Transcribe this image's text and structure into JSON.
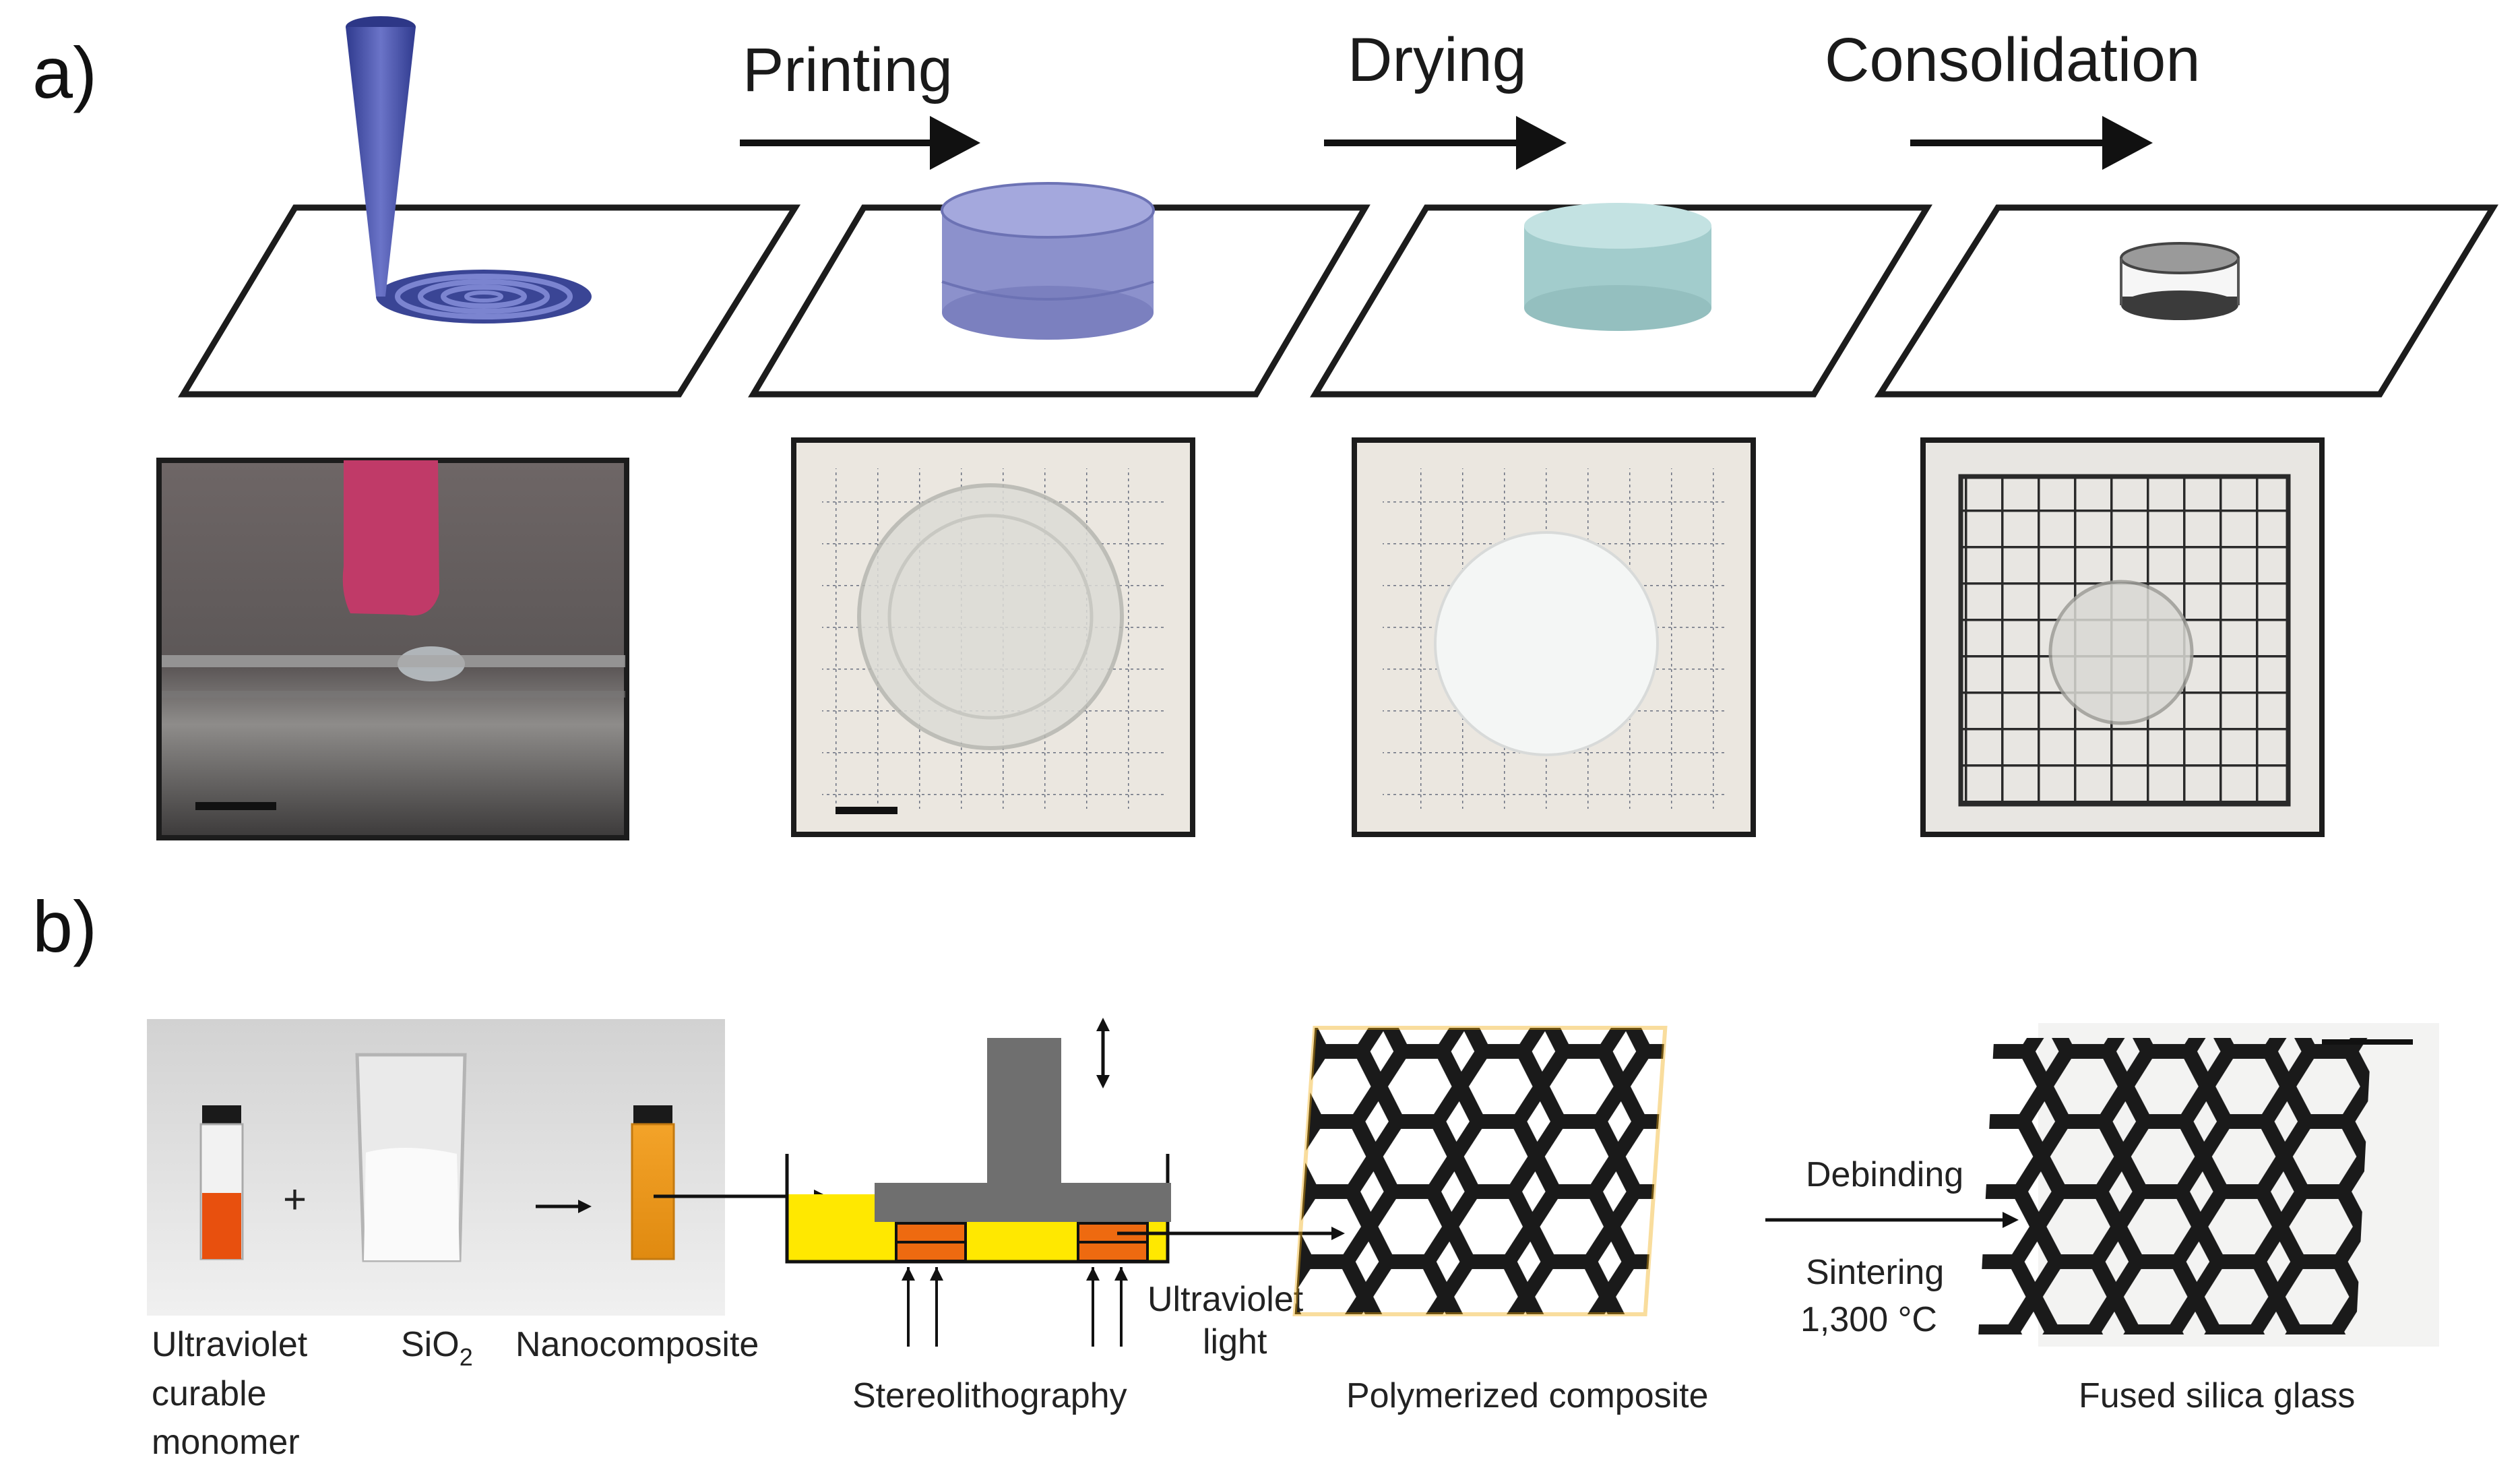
{
  "panel_a": {
    "label": "a)",
    "steps": [
      "Printing",
      "Drying",
      "Consolidation"
    ]
  },
  "panel_b": {
    "label": "b)",
    "materials": {
      "monomer": [
        "Ultraviolet",
        "curable",
        "monomer"
      ],
      "plus": "+",
      "silica_main": "SiO",
      "silica_sub": "2",
      "nanocomposite": "Nanocomposite"
    },
    "uv_light": [
      "Ultraviolet",
      "light"
    ],
    "stereolithography": "Stereolithography",
    "polymerized": "Polymerized composite",
    "process_top": "Debinding",
    "process_bottom": [
      "Sintering",
      "1,300 °C"
    ],
    "final": "Fused silica glass"
  },
  "colors": {
    "ink_blue": "#4a55a6",
    "printed_part": "#8c91cc",
    "dried_part": "#a9d2d2",
    "resin_yellow": "#ffe800",
    "cured_orange": "#ee6a10",
    "polymer_yellow": "#f6b915",
    "build_plate": "#6f6f6f"
  }
}
